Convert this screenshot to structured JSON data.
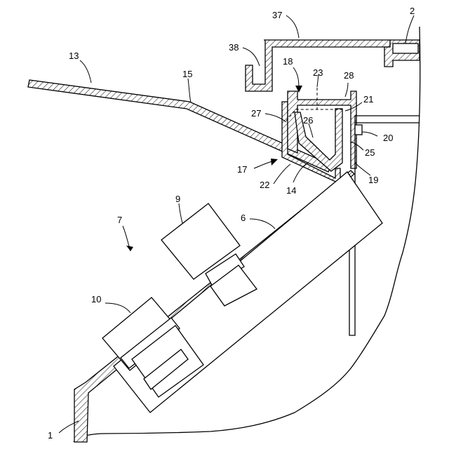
{
  "labels": {
    "l1": "1",
    "l2": "2",
    "l6": "6",
    "l7": "7",
    "l9": "9",
    "l10": "10",
    "l13": "13",
    "l14": "14",
    "l15": "15",
    "l17": "17",
    "l18": "18",
    "l19": "19",
    "l20": "20",
    "l21": "21",
    "l22": "22",
    "l23": "23",
    "l25": "25",
    "l26": "26",
    "l27": "27",
    "l28": "28",
    "l37": "37",
    "l38": "38"
  }
}
